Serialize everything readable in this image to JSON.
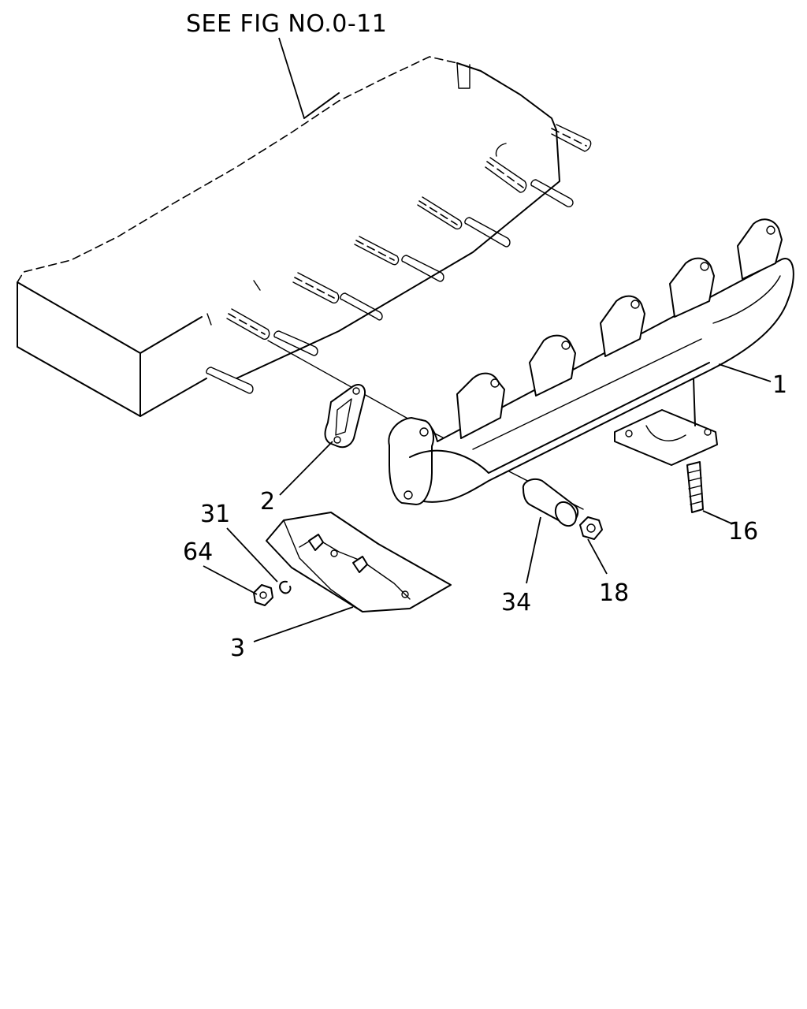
{
  "reference": {
    "text": "SEE FIG NO.0-11"
  },
  "callouts": {
    "part_1": "1",
    "part_2": "2",
    "part_3": "3",
    "part_16": "16",
    "part_18": "18",
    "part_31": "31",
    "part_34": "34",
    "part_64": "64"
  }
}
